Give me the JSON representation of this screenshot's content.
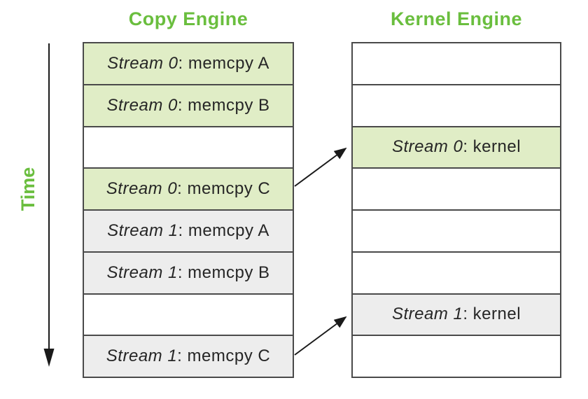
{
  "diagram": {
    "time_axis_label": "Time",
    "accent_green": "#6abe3e",
    "fill_green": "#e0edc6",
    "fill_gray": "#ededed",
    "border_color": "#4a4a4a",
    "arrow_color": "#1a1a1a"
  },
  "copy_engine": {
    "title": "Copy Engine",
    "rows": [
      {
        "stream": "Stream 0",
        "rest": ": memcpy A",
        "fill": "green"
      },
      {
        "stream": "Stream 0",
        "rest": ": memcpy B",
        "fill": "green"
      },
      {
        "stream": "",
        "rest": "",
        "fill": "none"
      },
      {
        "stream": "Stream 0",
        "rest": ": memcpy C",
        "fill": "green"
      },
      {
        "stream": "Stream 1",
        "rest": ": memcpy A",
        "fill": "gray"
      },
      {
        "stream": "Stream 1",
        "rest": ": memcpy B",
        "fill": "gray"
      },
      {
        "stream": "",
        "rest": "",
        "fill": "none"
      },
      {
        "stream": "Stream 1",
        "rest": ": memcpy C",
        "fill": "gray"
      }
    ]
  },
  "kernel_engine": {
    "title": "Kernel Engine",
    "rows": [
      {
        "stream": "",
        "rest": "",
        "fill": "none"
      },
      {
        "stream": "",
        "rest": "",
        "fill": "none"
      },
      {
        "stream": "Stream 0",
        "rest": ": kernel",
        "fill": "green"
      },
      {
        "stream": "",
        "rest": "",
        "fill": "none"
      },
      {
        "stream": "",
        "rest": "",
        "fill": "none"
      },
      {
        "stream": "",
        "rest": "",
        "fill": "none"
      },
      {
        "stream": "Stream 1",
        "rest": ": kernel",
        "fill": "gray"
      },
      {
        "stream": "",
        "rest": "",
        "fill": "none"
      }
    ]
  },
  "arrows": [
    {
      "from": "Stream 0: memcpy C",
      "to": "Stream 0: kernel"
    },
    {
      "from": "Stream 1: memcpy C",
      "to": "Stream 1: kernel"
    }
  ]
}
